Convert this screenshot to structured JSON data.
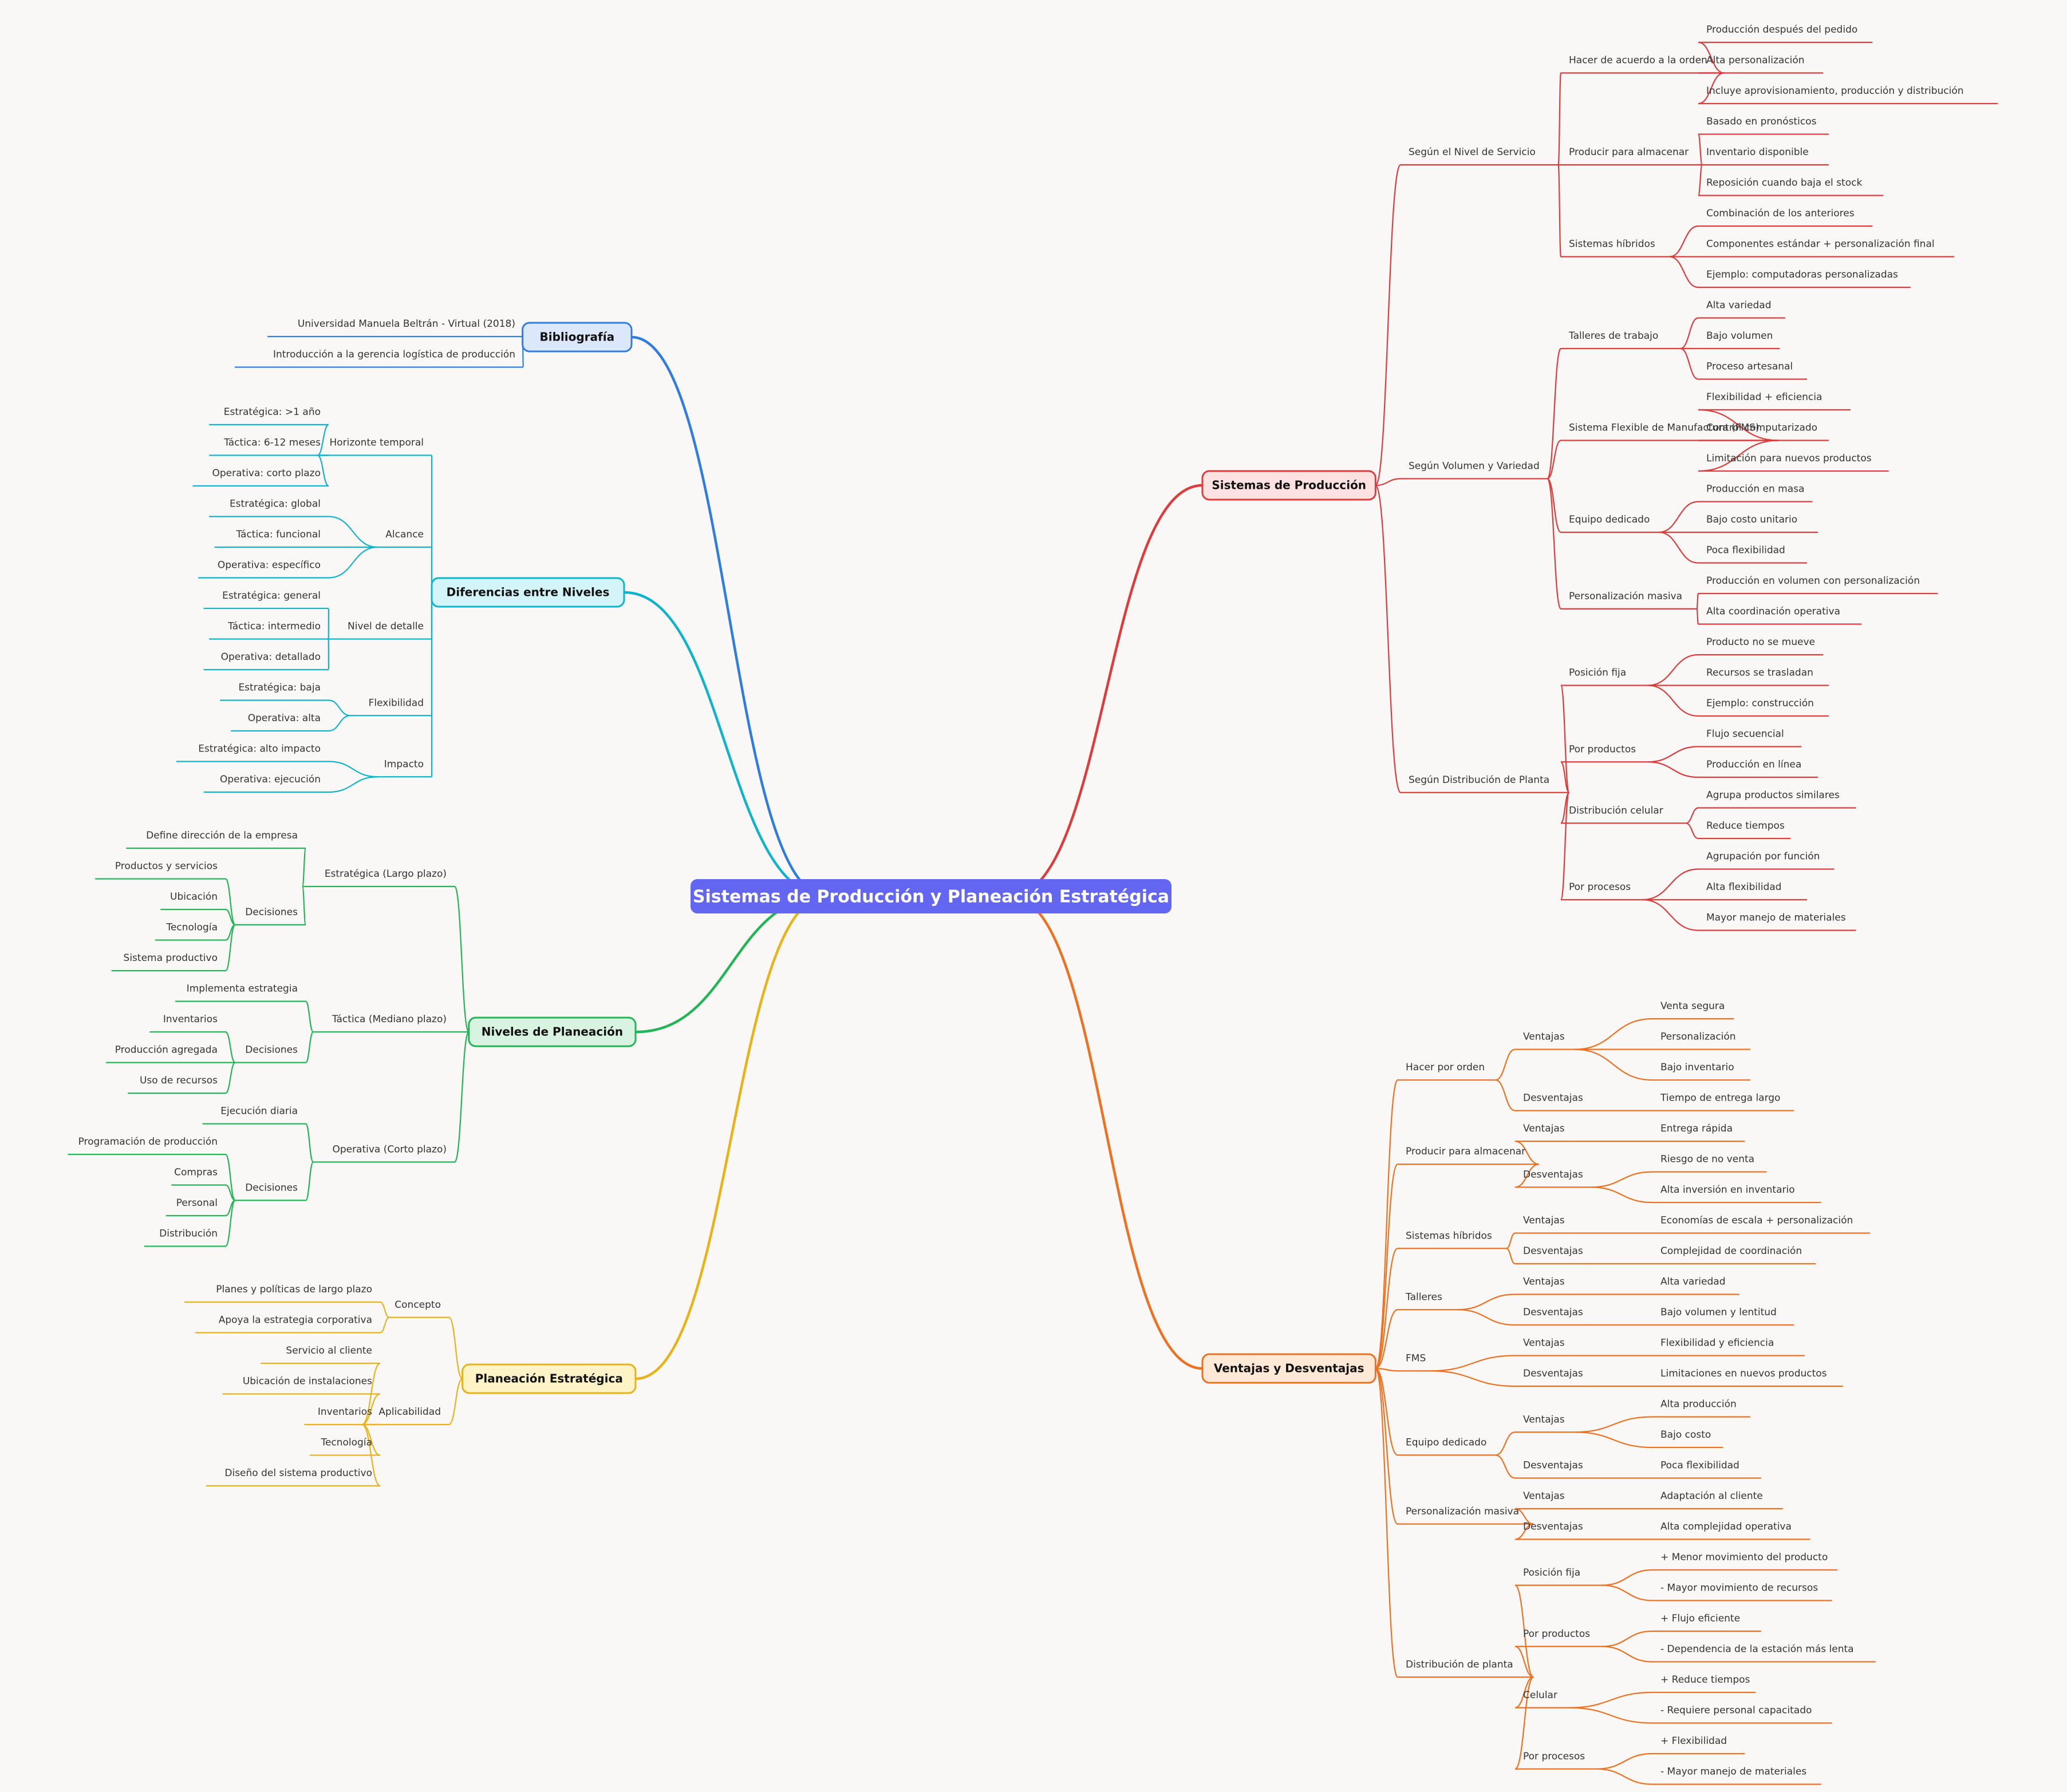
{
  "title": "Sistemas de Producción y Planeación Estratégica",
  "colors": {
    "root": "#6366f1",
    "red": "#dc3c3c",
    "orange": "#ee7121",
    "blue": "#2f7de0",
    "cyan": "#0fb3cc",
    "green": "#22b455",
    "yellow": "#e8b21a",
    "text": "#333333"
  },
  "branches": [
    {
      "label": "Sistemas de Producción",
      "side": "right",
      "color": "red",
      "fill": "#fde2e1",
      "children": [
        {
          "label": "Según el Nivel de Servicio",
          "children": [
            {
              "label": "Hacer de acuerdo a la orden",
              "children": [
                {
                  "label": "Producción después del pedido"
                },
                {
                  "label": "Alta personalización"
                },
                {
                  "label": "Incluye aprovisionamiento, producción y distribución"
                }
              ]
            },
            {
              "label": "Producir para almacenar",
              "children": [
                {
                  "label": "Basado en pronósticos"
                },
                {
                  "label": "Inventario disponible"
                },
                {
                  "label": "Reposición cuando baja el stock"
                }
              ]
            },
            {
              "label": "Sistemas híbridos",
              "children": [
                {
                  "label": "Combinación de los anteriores"
                },
                {
                  "label": "Componentes estándar + personalización final"
                },
                {
                  "label": "Ejemplo: computadoras personalizadas"
                }
              ]
            }
          ]
        },
        {
          "label": "Según Volumen y Variedad",
          "children": [
            {
              "label": "Talleres de trabajo",
              "children": [
                {
                  "label": "Alta variedad"
                },
                {
                  "label": "Bajo volumen"
                },
                {
                  "label": "Proceso artesanal"
                }
              ]
            },
            {
              "label": "Sistema Flexible de Manufactura (FMS)",
              "children": [
                {
                  "label": "Flexibilidad + eficiencia"
                },
                {
                  "label": "Control computarizado"
                },
                {
                  "label": "Limitación para nuevos productos"
                }
              ]
            },
            {
              "label": "Equipo dedicado",
              "children": [
                {
                  "label": "Producción en masa"
                },
                {
                  "label": "Bajo costo unitario"
                },
                {
                  "label": "Poca flexibilidad"
                }
              ]
            },
            {
              "label": "Personalización masiva",
              "children": [
                {
                  "label": "Producción en volumen con personalización"
                },
                {
                  "label": "Alta coordinación operativa"
                }
              ]
            }
          ]
        },
        {
          "label": "Según Distribución de Planta",
          "children": [
            {
              "label": "Posición fija",
              "children": [
                {
                  "label": "Producto no se mueve"
                },
                {
                  "label": "Recursos se trasladan"
                },
                {
                  "label": "Ejemplo: construcción"
                }
              ]
            },
            {
              "label": "Por productos",
              "children": [
                {
                  "label": "Flujo secuencial"
                },
                {
                  "label": "Producción en línea"
                }
              ]
            },
            {
              "label": "Distribución celular",
              "children": [
                {
                  "label": "Agrupa productos similares"
                },
                {
                  "label": "Reduce tiempos"
                }
              ]
            },
            {
              "label": "Por procesos",
              "children": [
                {
                  "label": "Agrupación por función"
                },
                {
                  "label": "Alta flexibilidad"
                },
                {
                  "label": "Mayor manejo de materiales"
                }
              ]
            }
          ]
        }
      ]
    },
    {
      "label": "Ventajas y Desventajas",
      "side": "right",
      "color": "orange",
      "fill": "#fde9d6",
      "children": [
        {
          "label": "Hacer por orden",
          "children": [
            {
              "label": "Ventajas",
              "children": [
                {
                  "label": "Venta segura"
                },
                {
                  "label": "Personalización"
                },
                {
                  "label": "Bajo inventario"
                }
              ]
            },
            {
              "label": "Desventajas",
              "children": [
                {
                  "label": "Tiempo de entrega largo"
                }
              ]
            }
          ]
        },
        {
          "label": "Producir para almacenar",
          "children": [
            {
              "label": "Ventajas",
              "children": [
                {
                  "label": "Entrega rápida"
                }
              ]
            },
            {
              "label": "Desventajas",
              "children": [
                {
                  "label": "Riesgo de no venta"
                },
                {
                  "label": "Alta inversión en inventario"
                }
              ]
            }
          ]
        },
        {
          "label": "Sistemas híbridos",
          "children": [
            {
              "label": "Ventajas",
              "children": [
                {
                  "label": "Economías de escala + personalización"
                }
              ]
            },
            {
              "label": "Desventajas",
              "children": [
                {
                  "label": "Complejidad de coordinación"
                }
              ]
            }
          ]
        },
        {
          "label": "Talleres",
          "children": [
            {
              "label": "Ventajas",
              "children": [
                {
                  "label": "Alta variedad"
                }
              ]
            },
            {
              "label": "Desventajas",
              "children": [
                {
                  "label": "Bajo volumen y lentitud"
                }
              ]
            }
          ]
        },
        {
          "label": "FMS",
          "children": [
            {
              "label": "Ventajas",
              "children": [
                {
                  "label": "Flexibilidad y eficiencia"
                }
              ]
            },
            {
              "label": "Desventajas",
              "children": [
                {
                  "label": "Limitaciones en nuevos productos"
                }
              ]
            }
          ]
        },
        {
          "label": "Equipo dedicado",
          "children": [
            {
              "label": "Ventajas",
              "children": [
                {
                  "label": "Alta producción"
                },
                {
                  "label": "Bajo costo"
                }
              ]
            },
            {
              "label": "Desventajas",
              "children": [
                {
                  "label": "Poca flexibilidad"
                }
              ]
            }
          ]
        },
        {
          "label": "Personalización masiva",
          "children": [
            {
              "label": "Ventajas",
              "children": [
                {
                  "label": "Adaptación al cliente"
                }
              ]
            },
            {
              "label": "Desventajas",
              "children": [
                {
                  "label": "Alta complejidad operativa"
                }
              ]
            }
          ]
        },
        {
          "label": "Distribución de planta",
          "children": [
            {
              "label": "Posición fija",
              "children": [
                {
                  "label": "+ Menor movimiento del producto"
                },
                {
                  "label": "- Mayor movimiento de recursos"
                }
              ]
            },
            {
              "label": "Por productos",
              "children": [
                {
                  "label": "+ Flujo eficiente"
                },
                {
                  "label": "- Dependencia de la estación más lenta"
                }
              ]
            },
            {
              "label": "Celular",
              "children": [
                {
                  "label": "+ Reduce tiempos"
                },
                {
                  "label": "- Requiere personal capacitado"
                }
              ]
            },
            {
              "label": "Por procesos",
              "children": [
                {
                  "label": "+ Flexibilidad"
                },
                {
                  "label": "- Mayor manejo de materiales"
                }
              ]
            }
          ]
        }
      ]
    },
    {
      "label": "Bibliografía",
      "side": "left",
      "color": "blue",
      "fill": "#dbe8fb",
      "children": [
        {
          "label": "Universidad Manuela Beltrán - Virtual (2018)"
        },
        {
          "label": "Introducción a la gerencia logística de producción"
        }
      ]
    },
    {
      "label": "Diferencias entre Niveles",
      "side": "left",
      "color": "cyan",
      "fill": "#d3f4f8",
      "children": [
        {
          "label": "Horizonte temporal",
          "children": [
            {
              "label": "Estratégica: >1 año"
            },
            {
              "label": "Táctica: 6-12 meses"
            },
            {
              "label": "Operativa: corto plazo"
            }
          ]
        },
        {
          "label": "Alcance",
          "children": [
            {
              "label": "Estratégica: global"
            },
            {
              "label": "Táctica: funcional"
            },
            {
              "label": "Operativa: específico"
            }
          ]
        },
        {
          "label": "Nivel de detalle",
          "children": [
            {
              "label": "Estratégica: general"
            },
            {
              "label": "Táctica: intermedio"
            },
            {
              "label": "Operativa: detallado"
            }
          ]
        },
        {
          "label": "Flexibilidad",
          "children": [
            {
              "label": "Estratégica: baja"
            },
            {
              "label": "Operativa: alta"
            }
          ]
        },
        {
          "label": "Impacto",
          "children": [
            {
              "label": "Estratégica: alto impacto"
            },
            {
              "label": "Operativa: ejecución"
            }
          ]
        }
      ]
    },
    {
      "label": "Niveles de Planeación",
      "side": "left",
      "color": "green",
      "fill": "#d8f4e1",
      "children": [
        {
          "label": "Estratégica (Largo plazo)",
          "children": [
            {
              "label": "Define dirección de la empresa"
            },
            {
              "label": "Decisiones",
              "children": [
                {
                  "label": "Productos y servicios"
                },
                {
                  "label": "Ubicación"
                },
                {
                  "label": "Tecnología"
                },
                {
                  "label": "Sistema productivo"
                }
              ]
            }
          ]
        },
        {
          "label": "Táctica (Mediano plazo)",
          "children": [
            {
              "label": "Implementa estrategia"
            },
            {
              "label": "Decisiones",
              "children": [
                {
                  "label": "Inventarios"
                },
                {
                  "label": "Producción agregada"
                },
                {
                  "label": "Uso de recursos"
                }
              ]
            }
          ]
        },
        {
          "label": "Operativa (Corto plazo)",
          "children": [
            {
              "label": "Ejecución diaria"
            },
            {
              "label": "Decisiones",
              "children": [
                {
                  "label": "Programación de producción"
                },
                {
                  "label": "Compras"
                },
                {
                  "label": "Personal"
                },
                {
                  "label": "Distribución"
                }
              ]
            }
          ]
        }
      ]
    },
    {
      "label": "Planeación Estratégica",
      "side": "left",
      "color": "yellow",
      "fill": "#fdf3c6",
      "children": [
        {
          "label": "Concepto",
          "children": [
            {
              "label": "Planes y políticas de largo plazo"
            },
            {
              "label": "Apoya la estrategia corporativa"
            }
          ]
        },
        {
          "label": "Aplicabilidad",
          "children": [
            {
              "label": "Servicio al cliente"
            },
            {
              "label": "Ubicación de instalaciones"
            },
            {
              "label": "Inventarios"
            },
            {
              "label": "Tecnología"
            },
            {
              "label": "Diseño del sistema productivo"
            }
          ]
        }
      ]
    }
  ]
}
